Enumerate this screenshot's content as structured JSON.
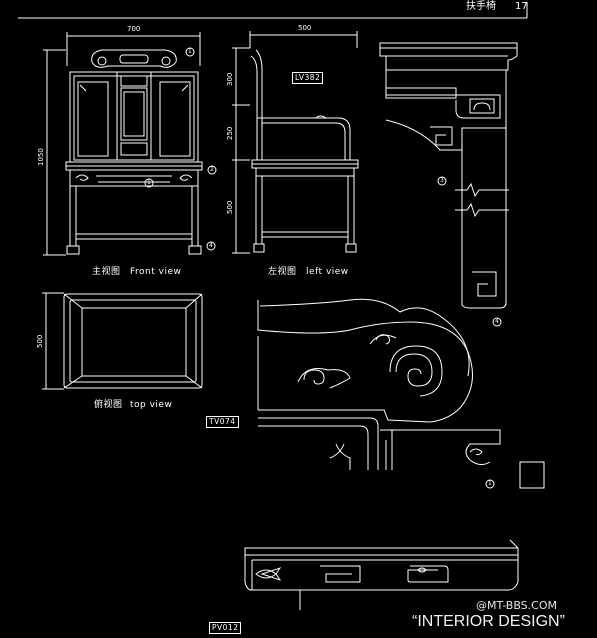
{
  "header": {
    "title": "扶手椅",
    "page_number": "17"
  },
  "views": {
    "front": {
      "caption_cn": "主视图",
      "caption_en": "Front view",
      "width_dim": "700",
      "height_dim": "1050"
    },
    "left": {
      "caption_cn": "左视图",
      "caption_en": "left view",
      "width_dim": "500",
      "seg_dims": [
        "300",
        "250",
        "500"
      ],
      "tag": "LV382"
    },
    "top": {
      "caption_cn": "俯视图",
      "caption_en": "top view",
      "depth_dim": "500",
      "tag": "TV074"
    },
    "details": {
      "bottom_tag": "PV012"
    }
  },
  "callouts": [
    "1",
    "2",
    "3",
    "4"
  ],
  "watermark": {
    "site": "@MT-BBS.COM",
    "brand": "“INTERIOR DESIGN”"
  },
  "colors": {
    "background": "#000000",
    "lines": "#ffffff"
  }
}
